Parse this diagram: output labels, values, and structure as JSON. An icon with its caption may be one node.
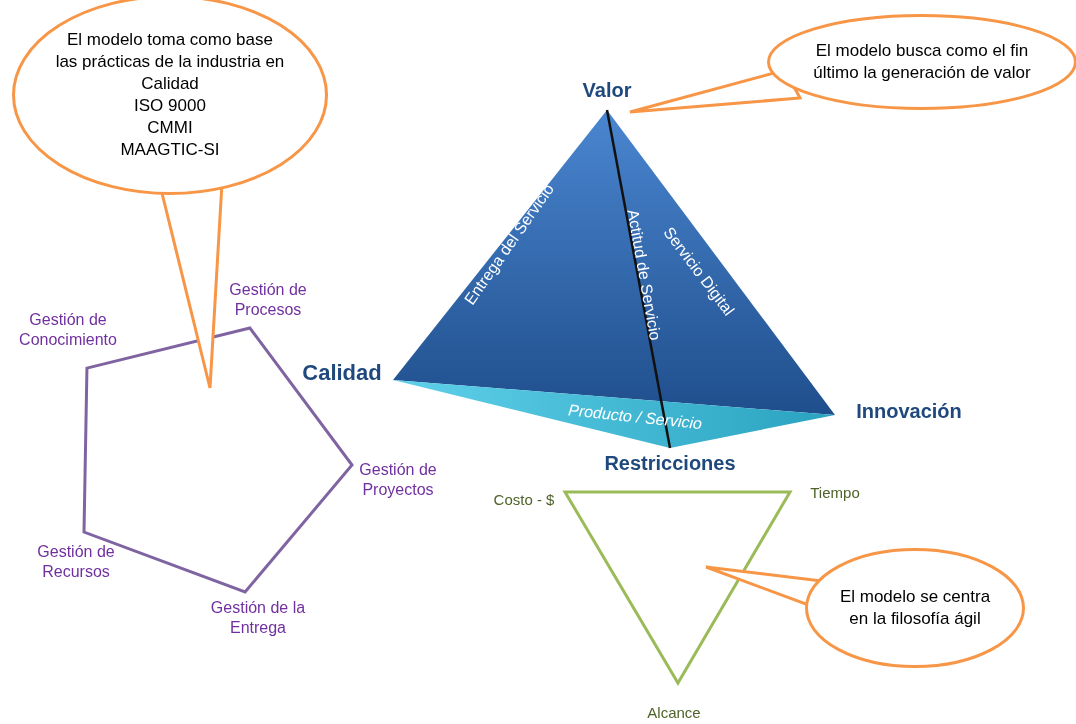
{
  "diagram": {
    "nodes": [
      {
        "text": [
          "El modelo toma como base las prácticas de la industria en Calidad",
          "ISO 9000",
          "CMMI",
          "MAAGTIC-SI"
        ]
      },
      {
        "text": [
          "El modelo busca como el fin último la generación de valor"
        ]
      },
      {
        "text": [
          "El modelo se centra en la filosofía ágil"
        ]
      },
      {
        "text": [],
        "shape": "pentagon",
        "beside": [
          "Gestión de Procesos",
          "Gestión de Conocimiento",
          "Gestión de Proyectos",
          "Gestión de Recursos",
          "Gestión de la Entrega"
        ]
      },
      {
        "text": [
          "Entrega del Servicio",
          "Actitud de Servicio",
          "Servicio Digital",
          "Producto / Servicio"
        ],
        "beside": [
          "Valor",
          "Calidad",
          "Innovación",
          "Restricciones"
        ]
      },
      {
        "text": [],
        "shape": "triangle",
        "beside": [
          "Costo - $",
          "Tiempo",
          "Alcance"
        ]
      }
    ],
    "edges": [
      {
        "from": 0,
        "to": 3,
        "arrow": "none"
      },
      {
        "from": 1,
        "to": 4,
        "arrow": "none"
      },
      {
        "from": 2,
        "to": 5,
        "arrow": "none"
      }
    ]
  }
}
